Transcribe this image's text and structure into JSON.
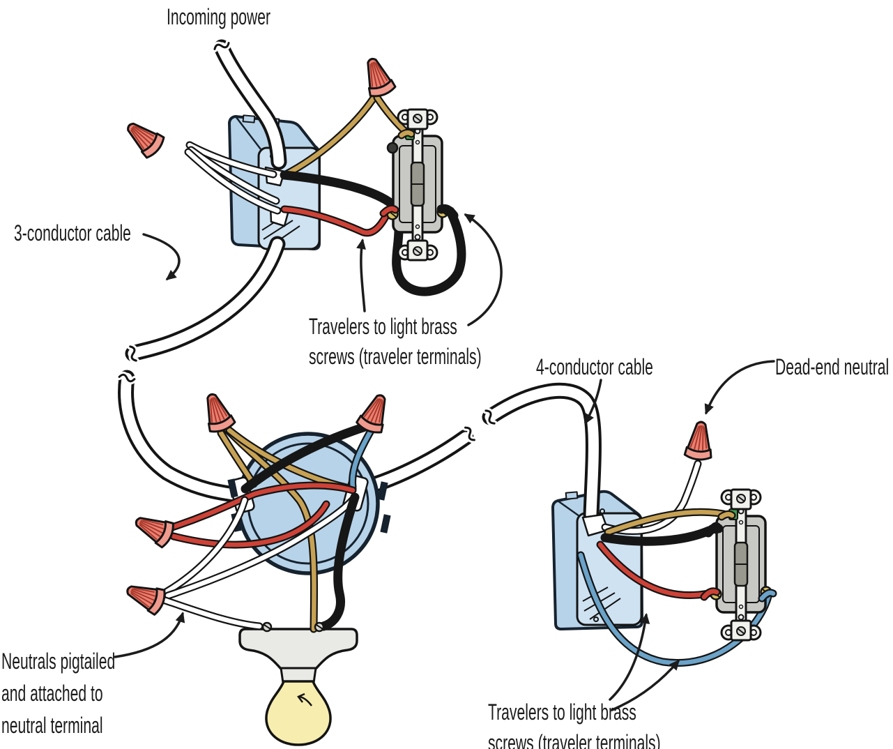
{
  "labels": {
    "incoming_power": "Incoming power",
    "three_conductor": "3-conductor cable",
    "travelers_top_line1": "Travelers to light brass",
    "travelers_top_line2": "screws (traveler terminals)",
    "four_conductor": "4-conductor cable",
    "dead_end_neutral": "Dead-end neutral",
    "neutrals_line1": "Neutrals pigtailed",
    "neutrals_line2": "and attached to",
    "neutrals_line3": "neutral terminal",
    "travelers_bottom_line1": "Travelers to light brass",
    "travelers_bottom_line2": "screws (traveler terminals)"
  },
  "colors": {
    "background": "#ffffff",
    "label": "#1b1b1b",
    "outline": "#141414",
    "wire_white": "#ffffff",
    "wire_tan": "#c7a254",
    "wire_red": "#cd4237",
    "wire_blue": "#6ba3c9",
    "wire_black": "#161616",
    "box_fill": "#b7d3e9",
    "box_fill_light": "#cfe2f2",
    "box_stroke": "#16222e",
    "nut_fill": "#ec8173",
    "nut_ridge": "#a8392b",
    "nut_collar": "#ef9a8d",
    "switch_body": "#c8c8c4",
    "switch_toggle": "#99998f",
    "strap": "#f1f1ed",
    "brass": "#d8bd62",
    "green": "#3fa34d",
    "screw_dark": "#3a3a38",
    "bulb": "#f7edae",
    "fixture": "#e9e9e5"
  }
}
